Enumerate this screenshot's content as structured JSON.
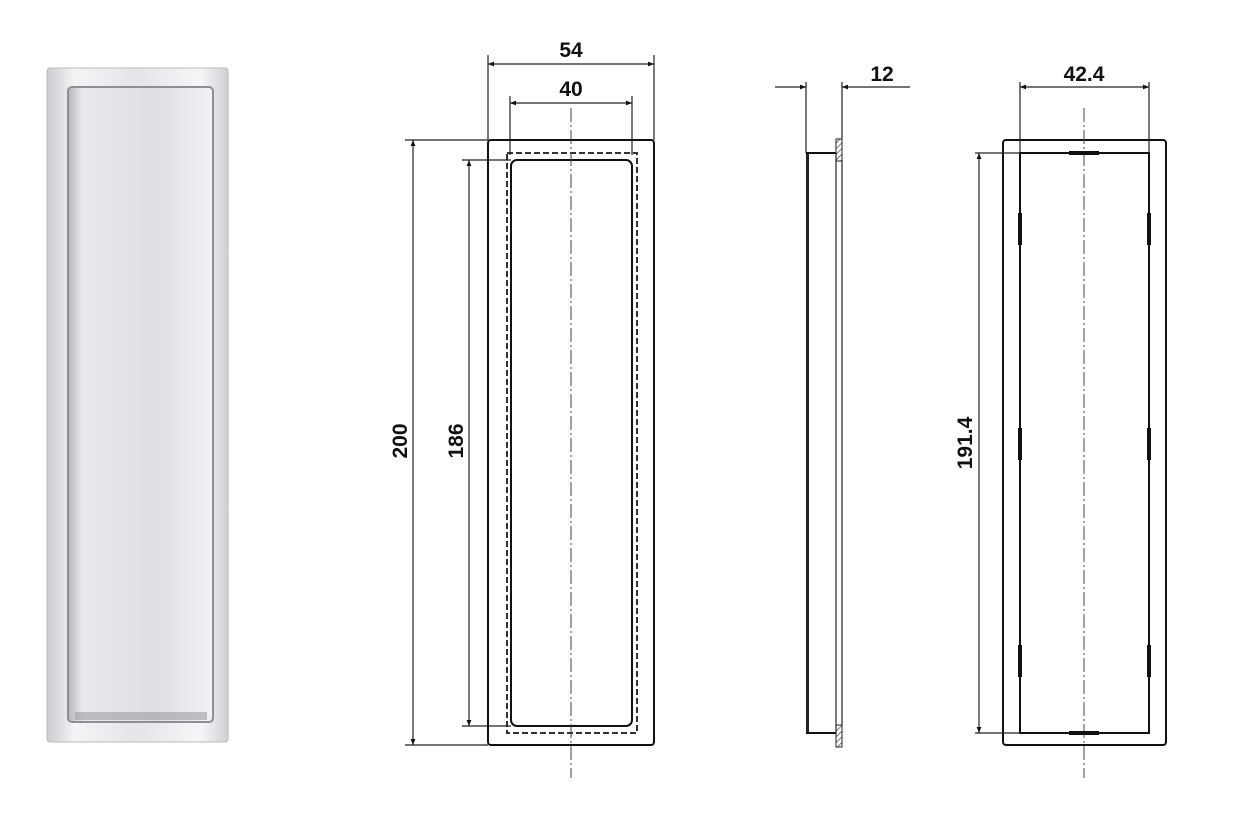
{
  "dimensions": {
    "overall_width": "54",
    "inner_width": "40",
    "overall_height": "200",
    "inner_height": "186",
    "depth": "12",
    "cutout_width": "42.4",
    "cutout_height": "191.4"
  },
  "colors": {
    "line": "#222222",
    "photo_metal": "#e6e6ea"
  }
}
